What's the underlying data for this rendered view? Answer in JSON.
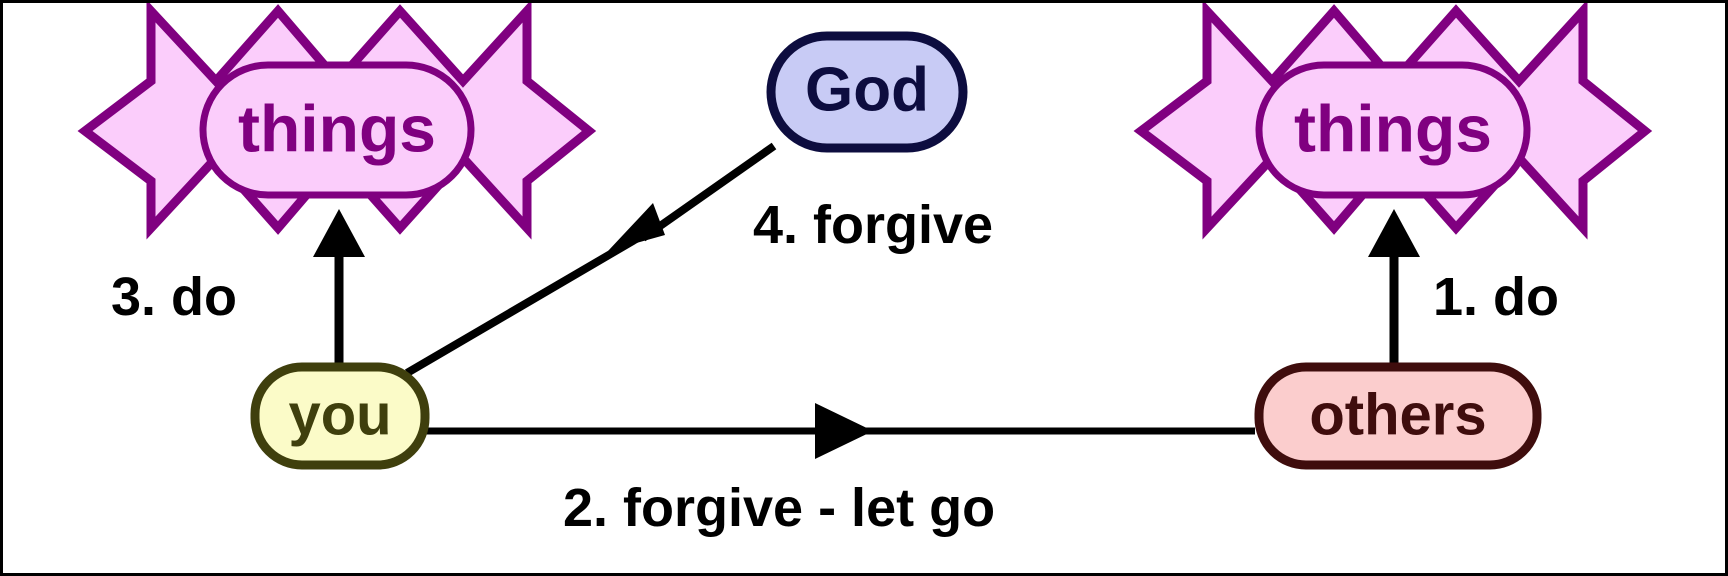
{
  "diagram": {
    "title": "forgiveness cycle diagram",
    "border_color": "#000000",
    "background": "#ffffff",
    "nodes": [
      {
        "id": "things-left",
        "label": "things",
        "shape": "star-with-rounded-inner",
        "fill": "#fbcdfb",
        "stroke": "#800080",
        "text_color": "#800080"
      },
      {
        "id": "things-right",
        "label": "things",
        "shape": "star-with-rounded-inner",
        "fill": "#fbcdfb",
        "stroke": "#800080",
        "text_color": "#800080"
      },
      {
        "id": "god",
        "label": "God",
        "shape": "rounded-ellipse",
        "fill": "#c8cbf5",
        "stroke": "#0d0d3f",
        "text_color": "#0d0d3f"
      },
      {
        "id": "you",
        "label": "you",
        "shape": "rounded-rect",
        "fill": "#fbfbc8",
        "stroke": "#3f3f0d",
        "text_color": "#3f3f0d"
      },
      {
        "id": "others",
        "label": "others",
        "shape": "rounded-rect",
        "fill": "#fbcdcd",
        "stroke": "#3f0d0d",
        "text_color": "#3f0d0d"
      }
    ],
    "edges": [
      {
        "id": "edge-others-things-right",
        "label": "1. do",
        "from": "others",
        "to": "things-right",
        "color": "#000000"
      },
      {
        "id": "edge-you-others",
        "label": "2. forgive - let go",
        "from": "you",
        "to": "others",
        "color": "#000000"
      },
      {
        "id": "edge-you-things-left",
        "label": "3. do",
        "from": "you",
        "to": "things-left",
        "color": "#000000"
      },
      {
        "id": "edge-god-you",
        "label": "4. forgive",
        "from": "god",
        "to": "you",
        "color": "#000000"
      }
    ]
  }
}
